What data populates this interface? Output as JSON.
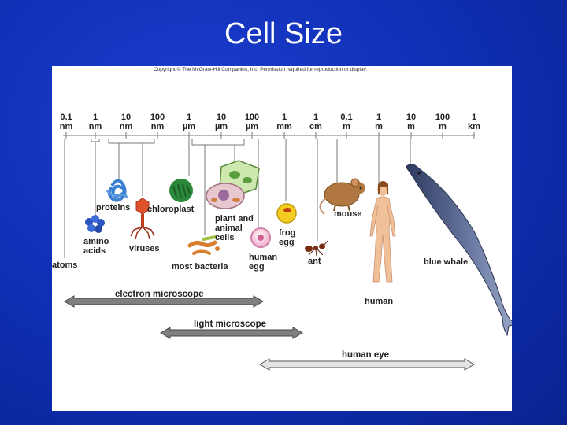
{
  "slide": {
    "title": "Cell Size"
  },
  "figure": {
    "copyright": "Copyright © The McGraw-Hill Companies, Inc. Permission required for reproduction or display.",
    "scale": [
      {
        "value": "0.1",
        "unit": "nm"
      },
      {
        "value": "1",
        "unit": "nm"
      },
      {
        "value": "10",
        "unit": "nm"
      },
      {
        "value": "100",
        "unit": "nm"
      },
      {
        "value": "1",
        "unit": "µm"
      },
      {
        "value": "10",
        "unit": "µm"
      },
      {
        "value": "100",
        "unit": "µm"
      },
      {
        "value": "1",
        "unit": "mm"
      },
      {
        "value": "1",
        "unit": "cm"
      },
      {
        "value": "0.1",
        "unit": "m"
      },
      {
        "value": "1",
        "unit": "m"
      },
      {
        "value": "10",
        "unit": "m"
      },
      {
        "value": "100",
        "unit": "m"
      },
      {
        "value": "1",
        "unit": "km"
      }
    ],
    "labels": {
      "atoms": "atoms",
      "amino_acids_1": "amino",
      "amino_acids_2": "acids",
      "proteins": "proteins",
      "viruses": "viruses",
      "chloroplast": "chloroplast",
      "bacteria": "most bacteria",
      "plant_1": "plant and",
      "plant_2": "animal",
      "plant_3": "cells",
      "human_egg_1": "human",
      "human_egg_2": "egg",
      "frog_egg_1": "frog",
      "frog_egg_2": "egg",
      "ant": "ant",
      "mouse": "mouse",
      "human": "human",
      "whale": "blue whale"
    },
    "ranges": {
      "electron": "electron microscope",
      "light": "light microscope",
      "eye": "human eye"
    },
    "colors": {
      "background": "#1030b8",
      "arrow_fill": "#808080",
      "human_eye_arrow_fill": "#e4e4e4",
      "protein": "#3a7fd0",
      "amino": "#2a55c0",
      "virus": "#e0522a",
      "chloroplast": "#2a8a3a",
      "bacteria": "#d88030",
      "human_egg": "#f0a8c8",
      "frog_egg": "#f5cc20",
      "ant": "#7a2a10",
      "mouse": "#b07840",
      "human_skin": "#f0c098",
      "whale": "#4a5a80"
    }
  }
}
